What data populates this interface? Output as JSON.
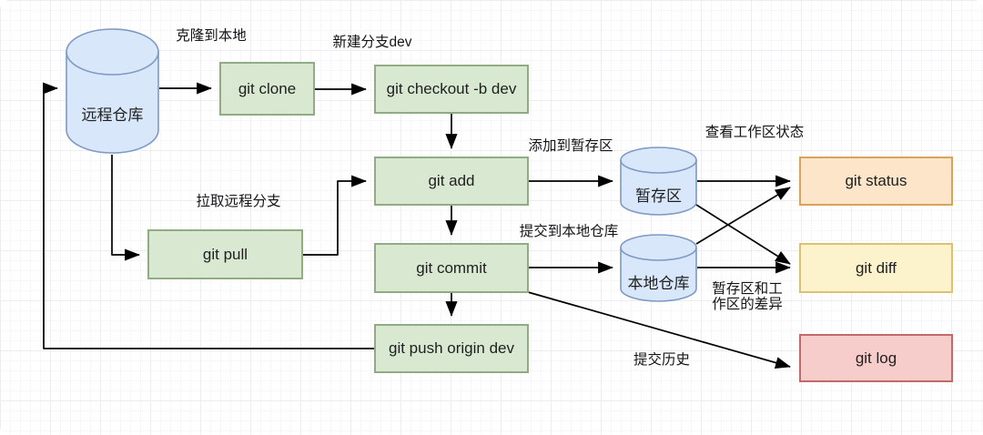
{
  "diagram": {
    "title": "git workflow diagram",
    "nodes": {
      "remote_repo": {
        "label": "远程仓库",
        "shape": "cylinder"
      },
      "git_clone": {
        "label": "git clone",
        "shape": "box"
      },
      "git_checkout": {
        "label": "git checkout -b dev",
        "shape": "box"
      },
      "git_add": {
        "label": "git add",
        "shape": "box"
      },
      "git_commit": {
        "label": "git commit",
        "shape": "box"
      },
      "git_push": {
        "label": "git push origin dev",
        "shape": "box"
      },
      "git_pull": {
        "label": "git pull",
        "shape": "box"
      },
      "staging": {
        "label": "暂存区",
        "shape": "cylinder"
      },
      "local_repo": {
        "label": "本地仓库",
        "shape": "cylinder"
      },
      "git_status": {
        "label": "git status",
        "shape": "box"
      },
      "git_diff": {
        "label": "git diff",
        "shape": "box"
      },
      "git_log": {
        "label": "git log",
        "shape": "box"
      }
    },
    "edge_labels": {
      "clone_to_local": "克隆到本地",
      "new_branch_dev": "新建分支dev",
      "pull_remote_branch": "拉取远程分支",
      "add_to_staging": "添加到暂存区",
      "view_workspace_status": "查看工作区状态",
      "commit_to_local_repo": "提交到本地仓库",
      "diff_staging_workspace": "暂存区和工\n作区的差异",
      "commit_history": "提交历史"
    },
    "colors": {
      "green_fill": "#d8e8d1",
      "green_stroke": "#8fac83",
      "blue_fill": "#d9e7fa",
      "blue_stroke": "#7e99c4",
      "orange_fill": "#fde5c9",
      "orange_stroke": "#d9a35c",
      "yellow_fill": "#fcf2cb",
      "yellow_stroke": "#ddc173",
      "pink_fill": "#f6cdcb",
      "pink_stroke": "#c3696a",
      "line": "#000000"
    }
  }
}
